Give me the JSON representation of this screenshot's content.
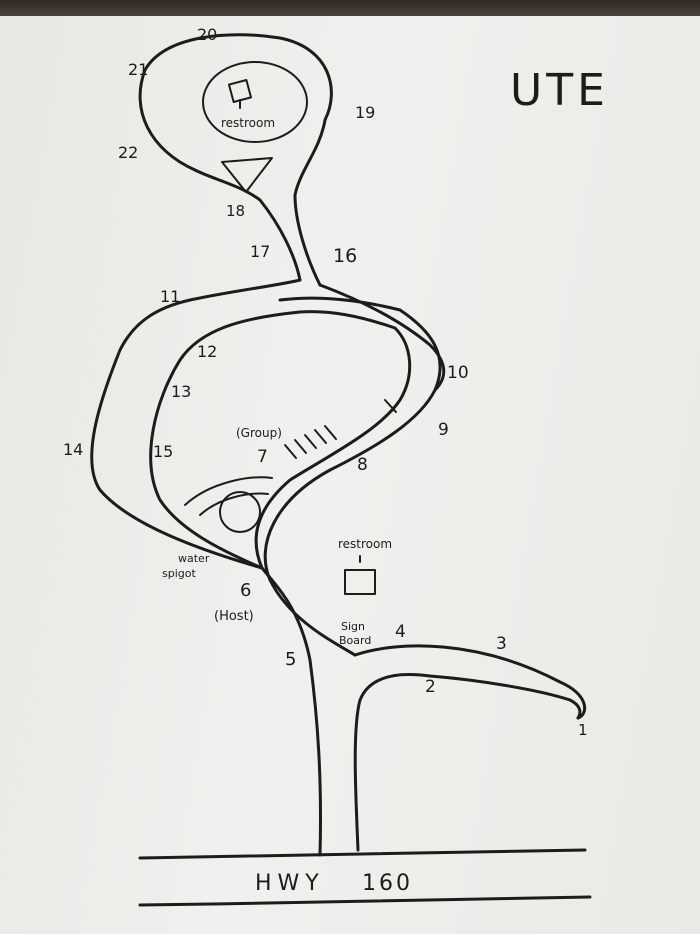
{
  "map": {
    "title": "UTE",
    "highway": {
      "prefix": "HWY",
      "number": "160"
    },
    "sites": [
      "1",
      "2",
      "3",
      "4",
      "5",
      "6",
      "7",
      "8",
      "9",
      "10",
      "11",
      "12",
      "13",
      "14",
      "15",
      "16",
      "17",
      "18",
      "19",
      "20",
      "21",
      "22"
    ],
    "notes": {
      "restroom_top": "restroom",
      "restroom_mid": "restroom",
      "host": "(Host)",
      "group": "(Group)",
      "sign_board_1": "Sign",
      "sign_board_2": "Board",
      "water_1": "water",
      "water_2": "spigot"
    }
  }
}
